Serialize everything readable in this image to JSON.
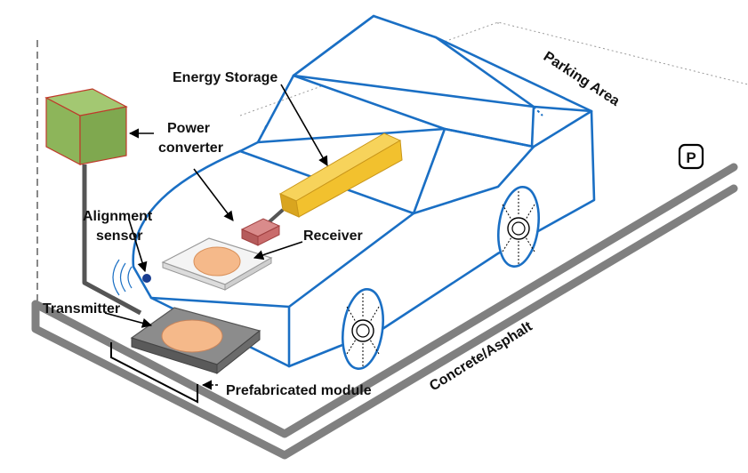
{
  "labels": {
    "energy_storage": "Energy Storage",
    "power_converter_line1": "Power",
    "power_converter_line2": "converter",
    "alignment_line1": "Alignment",
    "alignment_line2": "sensor",
    "receiver": "Receiver",
    "transmitter": "Transmitter",
    "prefabricated_module": "Prefabricated module",
    "parking_area": "Parking Area",
    "concrete_asphalt": "Concrete/Asphalt",
    "parking_sign": "P"
  },
  "colors": {
    "car_outline": "#1a6fc4",
    "power_box_face": "#8db55a",
    "power_box_edge": "#c0392b",
    "energy_storage": "#f2c12e",
    "receiver_box": "#c96b6b",
    "coil": "#f5b98a",
    "transmitter_pad": "#7f7f7f",
    "road": "#808080"
  }
}
